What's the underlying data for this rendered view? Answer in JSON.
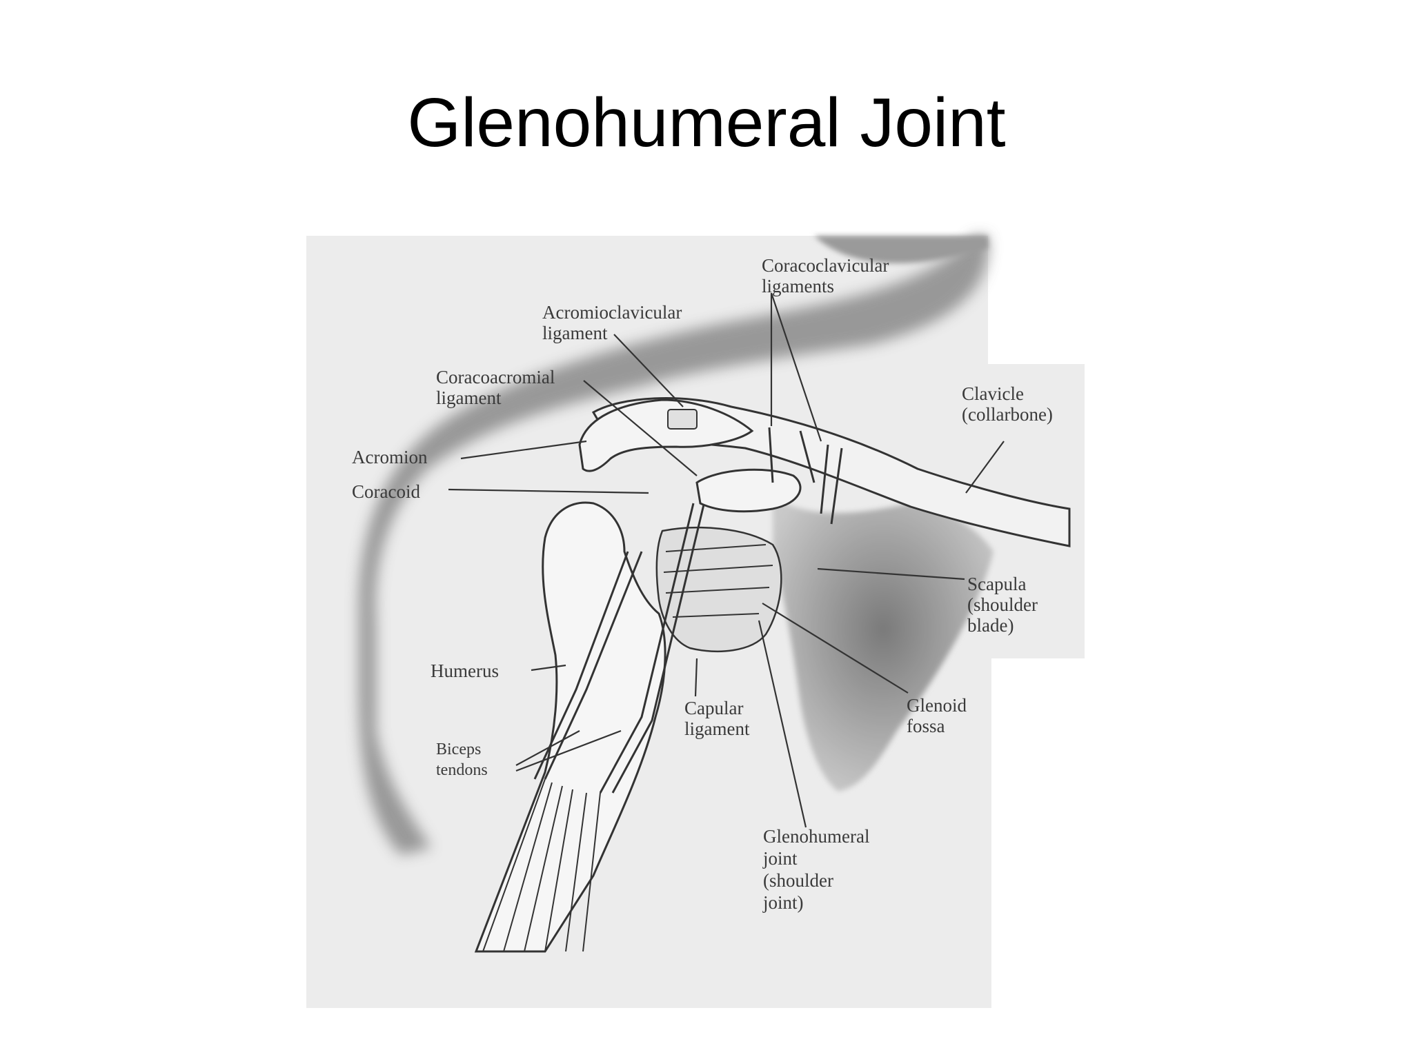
{
  "title": "Glenohumeral Joint",
  "labels": {
    "coracoclavicular": [
      "Coracoclavicular",
      "ligaments"
    ],
    "acromioclavicular": [
      "Acromioclavicular",
      "ligament"
    ],
    "coracoacromial": [
      "Coracoacromial",
      "ligament"
    ],
    "clavicle": [
      "Clavicle",
      "(collarbone)"
    ],
    "acromion": [
      "Acromion"
    ],
    "coracoid": [
      "Coracoid"
    ],
    "scapula": [
      "Scapula",
      "(shoulder",
      "blade)"
    ],
    "humerus": [
      "Humerus"
    ],
    "glenoid": [
      "Glenoid",
      "fossa"
    ],
    "capsular": [
      "Capular",
      "ligament"
    ],
    "biceps": [
      "Biceps",
      "tendons"
    ],
    "glenohumeral": [
      "Glenohumeral",
      "joint",
      "(shoulder",
      "joint)"
    ]
  },
  "colors": {
    "background": "#ffffff",
    "illustration_bg": "#ececec",
    "shadow": "#8c8c8c",
    "line": "#333333"
  }
}
